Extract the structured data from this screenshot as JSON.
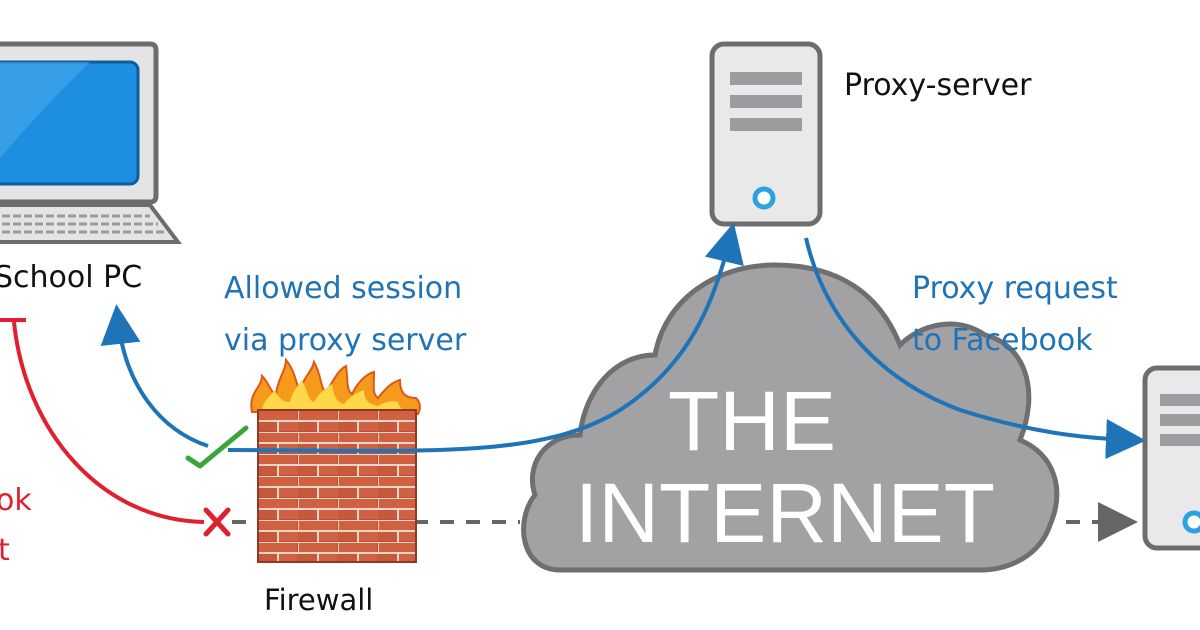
{
  "labels": {
    "school_pc": "School PC",
    "proxy_server": "Proxy-server",
    "firewall": "Firewall",
    "allowed_line1": "Allowed session",
    "allowed_line2": "via proxy server",
    "proxy_req_line1": "Proxy request",
    "proxy_req_line2": "to Facebook",
    "cloud_line1": "THE",
    "cloud_line2": "INTERNET",
    "left_fragment_1": "ok",
    "left_fragment_2": "t"
  },
  "colors": {
    "blue": "#1f73b7",
    "red": "#e02030",
    "green": "#3aa63a",
    "cloud": "#9e9ea0",
    "cloud_stroke": "#6f6f72",
    "brick": "#c8543a",
    "server_body": "#e9e9ea",
    "server_stroke": "#6d6d70",
    "accent": "#2aa3e0"
  },
  "icons": {
    "school_pc": "desktop-computer-icon",
    "proxy_server": "server-tower-icon",
    "destination_server": "server-tower-icon",
    "firewall": "burning-brick-wall-icon",
    "allowed": "check-mark-icon",
    "blocked": "cross-mark-icon"
  }
}
